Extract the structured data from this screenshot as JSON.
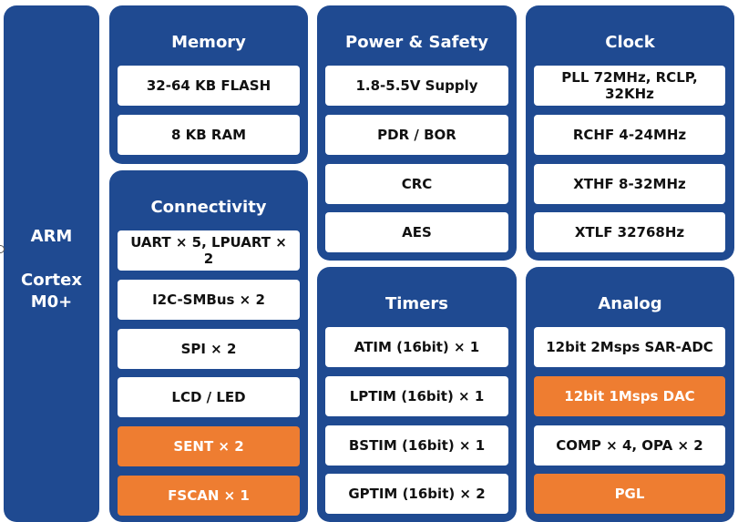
{
  "core": {
    "line1": "ARM",
    "line2": "Cortex",
    "line3": "M0+"
  },
  "memory": {
    "title": "Memory",
    "items": [
      "32-64 KB FLASH",
      "8 KB RAM"
    ]
  },
  "power": {
    "title": "Power & Safety",
    "items": [
      "1.8-5.5V Supply",
      "PDR / BOR",
      "CRC",
      "AES"
    ]
  },
  "clock": {
    "title": "Clock",
    "items": [
      "PLL 72MHz, RCLP, 32KHz",
      "RCHF 4-24MHz",
      "XTHF 8-32MHz",
      "XTLF 32768Hz"
    ]
  },
  "connectivity": {
    "title": "Connectivity",
    "items": [
      "UART × 5, LPUART × 2",
      "I2C-SMBus × 2",
      "SPI × 2",
      "LCD / LED",
      "SENT × 2",
      "FSCAN × 1"
    ]
  },
  "timers": {
    "title": "Timers",
    "items": [
      "ATIM (16bit) × 1",
      "LPTIM (16bit) × 1",
      "BSTIM (16bit) × 1",
      "GPTIM (16bit) × 2"
    ]
  },
  "analog": {
    "title": "Analog",
    "items": [
      "12bit 2Msps SAR-ADC",
      "12bit 1Msps DAC",
      "COMP × 4, OPA × 2",
      "PGL"
    ]
  },
  "colors": {
    "panel": "#1f4a91",
    "highlight": "#ee7d31",
    "item": "#ffffff"
  }
}
